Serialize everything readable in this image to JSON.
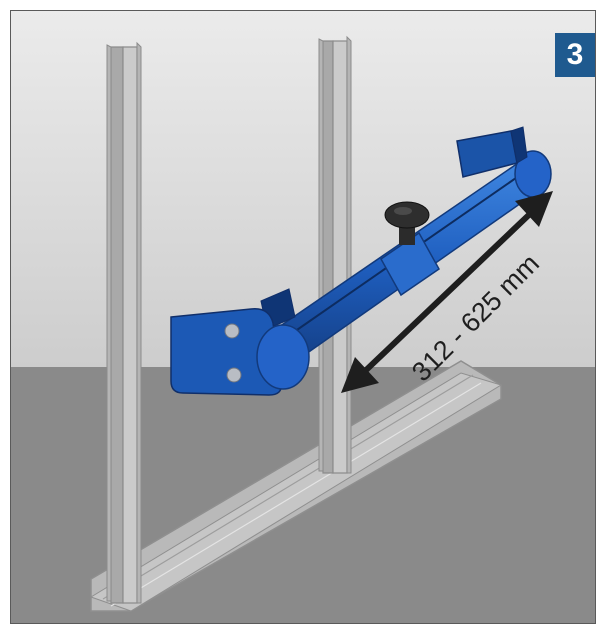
{
  "step_number": "3",
  "dimension_label": "312 - 625 mm",
  "colors": {
    "wall_top": "#e6e6e6",
    "wall_bottom": "#cfcfcf",
    "floor": "#8a8a8a",
    "stud_face": "#c2c2c2",
    "stud_edge": "#8c8c8c",
    "tool_blue": "#1f5fc0",
    "tool_dark": "#133e82",
    "badge": "#1f5a8f",
    "arrow": "#1e1e1e"
  },
  "icons": {
    "step_badge": "number-badge",
    "dimension_arrow": "double-headed-arrow",
    "knob": "adjustment-knob-icon"
  }
}
